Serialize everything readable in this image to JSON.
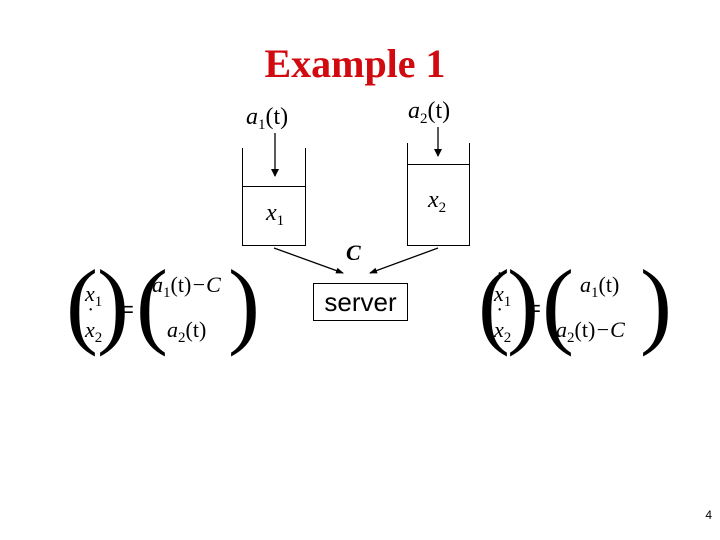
{
  "title": "Example 1",
  "queue1": {
    "arrival_var": "a",
    "arrival_sub": "1",
    "arrival_arg": "(t)",
    "state_var": "x",
    "state_sub": "1"
  },
  "queue2": {
    "arrival_var": "a",
    "arrival_sub": "2",
    "arrival_arg": "(t)",
    "state_var": "x",
    "state_sub": "2"
  },
  "capacity_label": "C",
  "server_label": "server",
  "left_equation": {
    "lhs": [
      {
        "var": "x",
        "sub": "1"
      },
      {
        "var": "x",
        "sub": "2"
      }
    ],
    "equals": "=",
    "rhs": [
      {
        "var": "a",
        "sub": "1",
        "arg": "(t)",
        "suffix": "−C"
      },
      {
        "var": "a",
        "sub": "2",
        "arg": "(t)",
        "suffix": ""
      }
    ]
  },
  "right_equation": {
    "lhs": [
      {
        "var": "x",
        "sub": "1"
      },
      {
        "var": "x",
        "sub": "2"
      }
    ],
    "equals": "=",
    "rhs": [
      {
        "var": "a",
        "sub": "1",
        "arg": "(t)",
        "suffix": ""
      },
      {
        "var": "a",
        "sub": "2",
        "arg": "(t)",
        "suffix": "−C"
      }
    ]
  },
  "page_number": "4"
}
